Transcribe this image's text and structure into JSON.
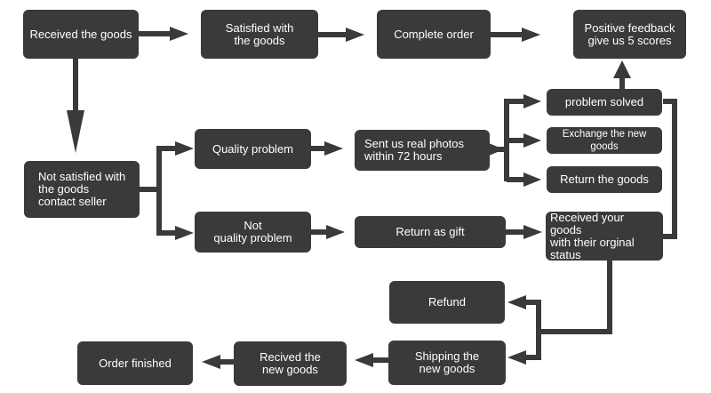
{
  "nodes": {
    "received_goods": "Received the goods",
    "satisfied": "Satisfied with\nthe goods",
    "complete_order": "Complete order",
    "positive_feedback": "Positive feedback\ngive us  5 scores",
    "problem_solved": "problem solved",
    "not_satisfied": "Not satisfied with\nthe goods\ncontact seller",
    "quality_problem": "Quality problem",
    "send_photos": "Sent us real photos\nwithin 72 hours",
    "exchange": "Exchange the new goods",
    "return_goods": "Return the goods",
    "not_quality_problem": "Not\nquality problem",
    "return_gift": "Return as gift",
    "received_original": "Received your goods\nwith their orginal\nstatus",
    "refund": "Refund",
    "shipping": "Shipping the\nnew goods",
    "received_new": "Recived the\nnew goods",
    "order_finished": "Order finished"
  },
  "colors": {
    "box": "#3a3a3a",
    "connector": "#3a3a3a",
    "text": "#ffffff",
    "background": "#ffffff"
  }
}
